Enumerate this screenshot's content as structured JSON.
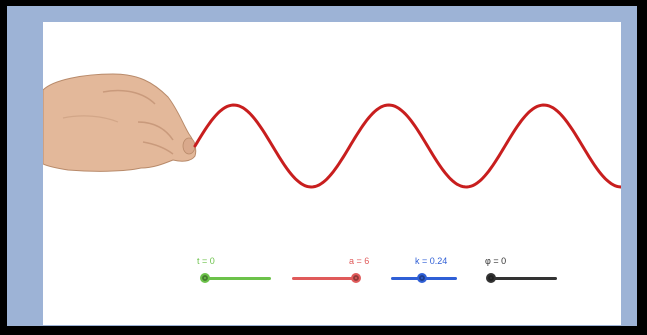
{
  "sliders": [
    {
      "id": "t",
      "label": "t = 0",
      "value": 0,
      "fraction": 0.0,
      "color": "#6cc24a"
    },
    {
      "id": "a",
      "label": "a = 6",
      "value": 6,
      "fraction": 1.0,
      "color": "#e05a5a"
    },
    {
      "id": "k",
      "label": "k = 0.24",
      "value": 0.24,
      "fraction": 0.48,
      "color": "#2f5fd6"
    },
    {
      "id": "phi",
      "label": "φ = 0",
      "value": 0,
      "fraction": 0.0,
      "color": "#333333"
    }
  ],
  "wave": {
    "color": "#c81e1e"
  },
  "hand_icon": "hand-icon"
}
